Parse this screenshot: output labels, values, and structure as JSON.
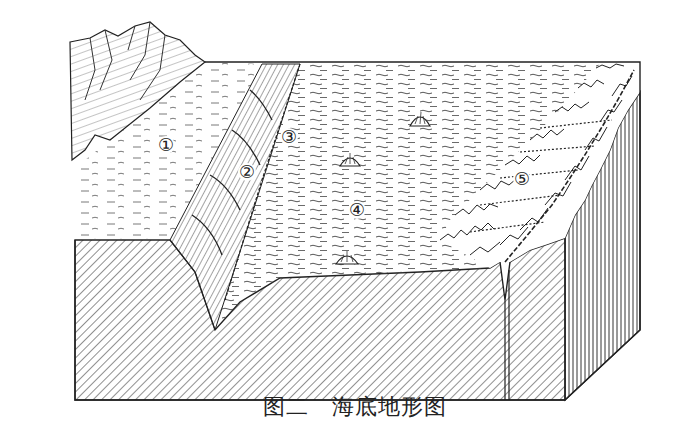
{
  "diagram": {
    "caption": "图二　海底地形图",
    "labels": [
      "①",
      "②",
      "③",
      "④",
      "⑤"
    ]
  }
}
